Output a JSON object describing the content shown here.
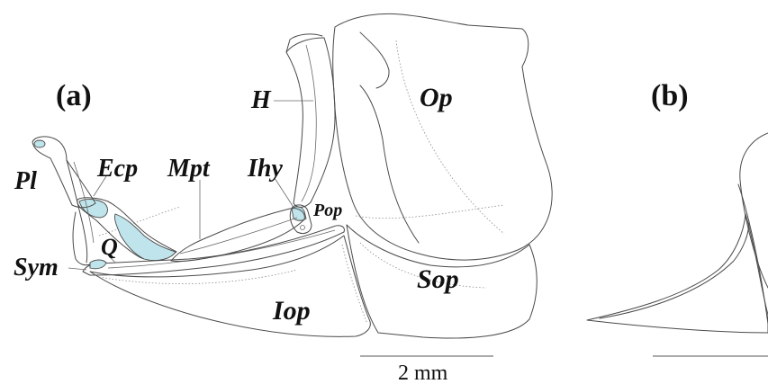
{
  "panels": {
    "a": "(a)",
    "b": "(b)"
  },
  "labels": {
    "pl": "Pl",
    "ecp": "Ecp",
    "mpt": "Mpt",
    "ihy": "Ihy",
    "h": "H",
    "op": "Op",
    "pop": "Pop",
    "q": "Q",
    "sym": "Sym",
    "sop": "Sop",
    "iop": "Iop"
  },
  "scale_bar": {
    "label": "2 mm"
  },
  "colors": {
    "highlight": "#bfe4ec",
    "line": "#4a4a4a"
  }
}
